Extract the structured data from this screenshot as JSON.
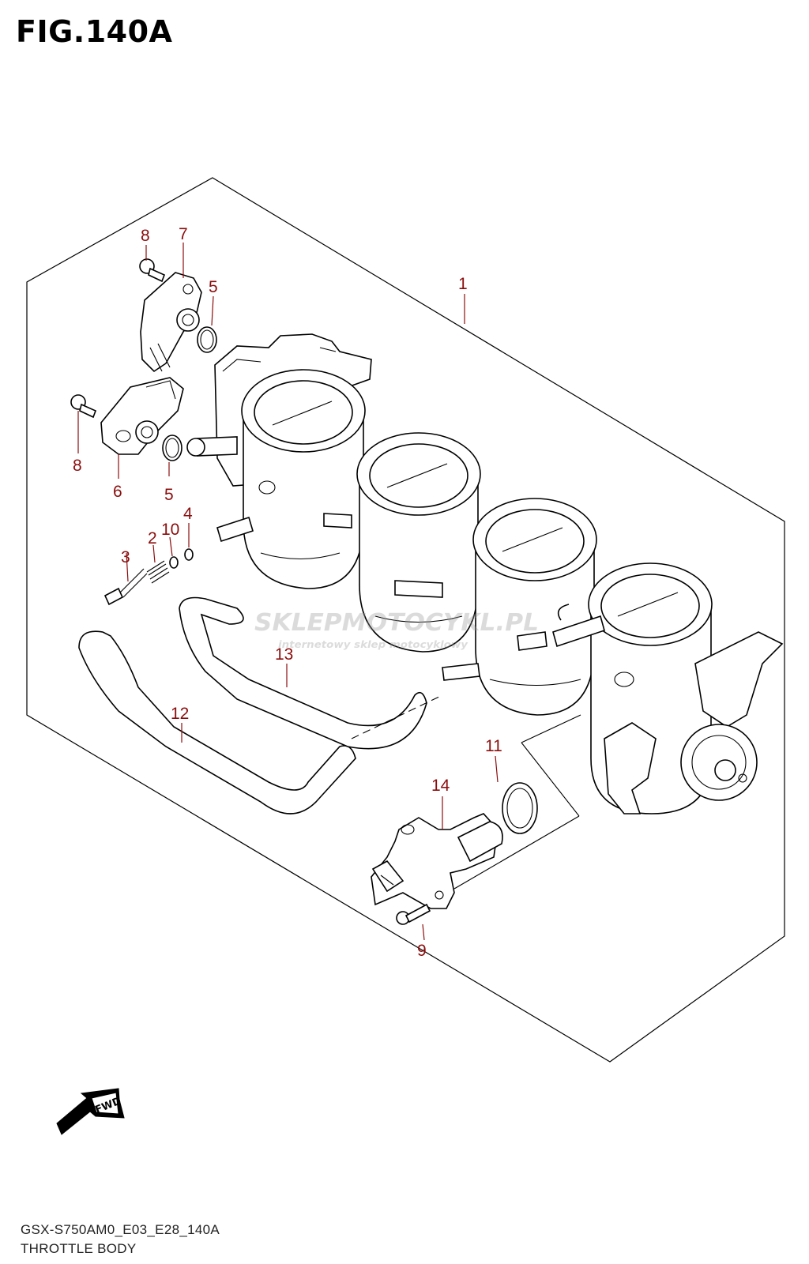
{
  "figure": {
    "title": "FIG.140A",
    "code": "GSX-S750AM0_E03_E28_140A",
    "name": "THROTTLE BODY"
  },
  "callouts": [
    "1",
    "2",
    "3",
    "4",
    "5",
    "5",
    "6",
    "7",
    "8",
    "8",
    "9",
    "10",
    "11",
    "12",
    "13",
    "14"
  ],
  "fwd_label": "FWD",
  "watermark": {
    "brand": "SKLEPMOTOCYKL.PL",
    "tagline": "internetowy sklep motocyklowy"
  },
  "colors": {
    "callout": "#8b0d0d",
    "line": "#000000"
  }
}
